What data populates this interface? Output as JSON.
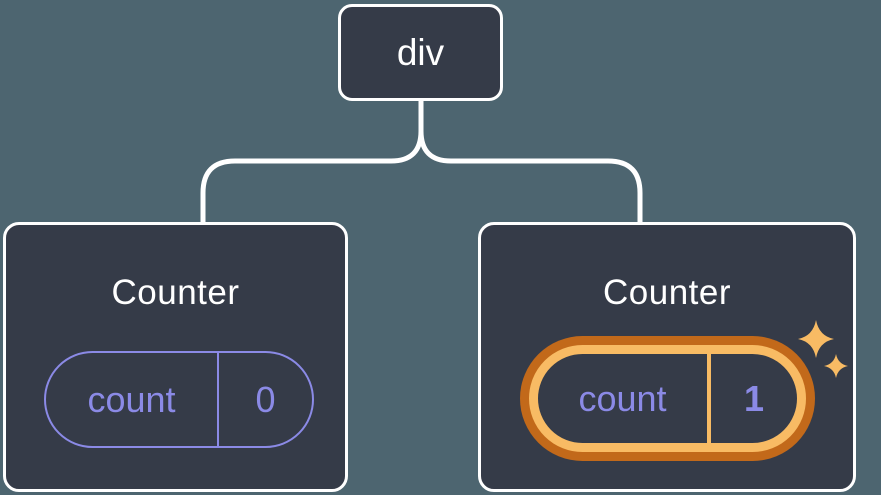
{
  "diagram": {
    "description": "Component tree: div root with two Counter children holding count state",
    "root": {
      "label": "div"
    },
    "children": [
      {
        "title": "Counter",
        "state": {
          "key": "count",
          "value": "0"
        },
        "highlighted": false
      },
      {
        "title": "Counter",
        "state": {
          "key": "count",
          "value": "1"
        },
        "highlighted": true
      }
    ]
  },
  "icons": {
    "sparkle": "sparkle-icon"
  },
  "colors": {
    "background": "#4d6570",
    "node_bg": "#353b48",
    "node_border": "#ffffff",
    "purple": "#8b8ae6",
    "orange_dark": "#c2691a",
    "orange_light": "#f8bb64",
    "text_white": "#ffffff"
  }
}
